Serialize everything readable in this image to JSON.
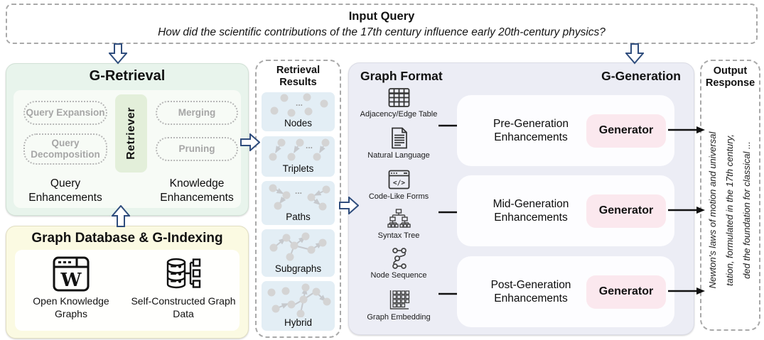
{
  "input_query": {
    "title": "Input Query",
    "query": "How did the scientific contributions of the 17th century influence early 20th-century physics?"
  },
  "g_retrieval": {
    "title": "G-Retrieval",
    "retriever": "Retriever",
    "pills": {
      "query_expansion": "Query Expansion",
      "query_decomposition": "Query Decomposition",
      "merging": "Merging",
      "pruning": "Pruning"
    },
    "groups": {
      "query": "Query Enhancements",
      "knowledge": "Knowledge Enhancements"
    }
  },
  "graph_database": {
    "title": "Graph Database & G-Indexing",
    "wikipedia_letter": "W",
    "sources": [
      {
        "icon": "wikipedia-browser-icon",
        "label": "Open Knowledge Graphs"
      },
      {
        "icon": "database-graph-icon",
        "label": "Self-Constructed Graph Data"
      }
    ]
  },
  "retrieval_results": {
    "title": "Retrieval Results",
    "ellipsis": "...",
    "items": [
      {
        "icon": "nodes-graph-icon",
        "label": "Nodes"
      },
      {
        "icon": "triplets-graph-icon",
        "label": "Triplets"
      },
      {
        "icon": "paths-graph-icon",
        "label": "Paths"
      },
      {
        "icon": "subgraphs-graph-icon",
        "label": "Subgraphs"
      },
      {
        "icon": "hybrid-graph-icon",
        "label": "Hybrid"
      }
    ]
  },
  "graph_format": {
    "title": "Graph Format",
    "code_glyph": "</>",
    "items": [
      {
        "icon": "table-icon",
        "label": "Adjacency/Edge Table"
      },
      {
        "icon": "document-icon",
        "label": "Natural Language"
      },
      {
        "icon": "code-window-icon",
        "label": "Code-Like Forms"
      },
      {
        "icon": "syntax-tree-icon",
        "label": "Syntax Tree"
      },
      {
        "icon": "node-sequence-icon",
        "label": "Node Sequence"
      },
      {
        "icon": "graph-embedding-icon",
        "label": "Graph Embedding"
      }
    ]
  },
  "g_generation": {
    "title": "G-Generation",
    "stages": [
      {
        "label": "Pre-Generation Enhancements",
        "generator": "Generator"
      },
      {
        "label": "Mid-Generation Enhancements",
        "generator": "Generator"
      },
      {
        "label": "Post-Generation Enhancements",
        "generator": "Generator"
      }
    ]
  },
  "output_response": {
    "title": "Output Response",
    "lines": [
      "Newton's laws of motion and universal",
      "tation, formulated in the 17th century,",
      "ded the foundation for classical ..."
    ]
  },
  "colors": {
    "mint_panel": "#e8f4ec",
    "retriever_sage": "#e3efda",
    "yellow_panel": "#fbfae2",
    "result_item_blue": "#e3eef5",
    "format_panel_lavender": "#ecedf5",
    "generator_pink": "#fbe8ee",
    "hollow_arrow_navy": "#2f4d7d",
    "graph_node_gray": "#d4d4d4"
  }
}
